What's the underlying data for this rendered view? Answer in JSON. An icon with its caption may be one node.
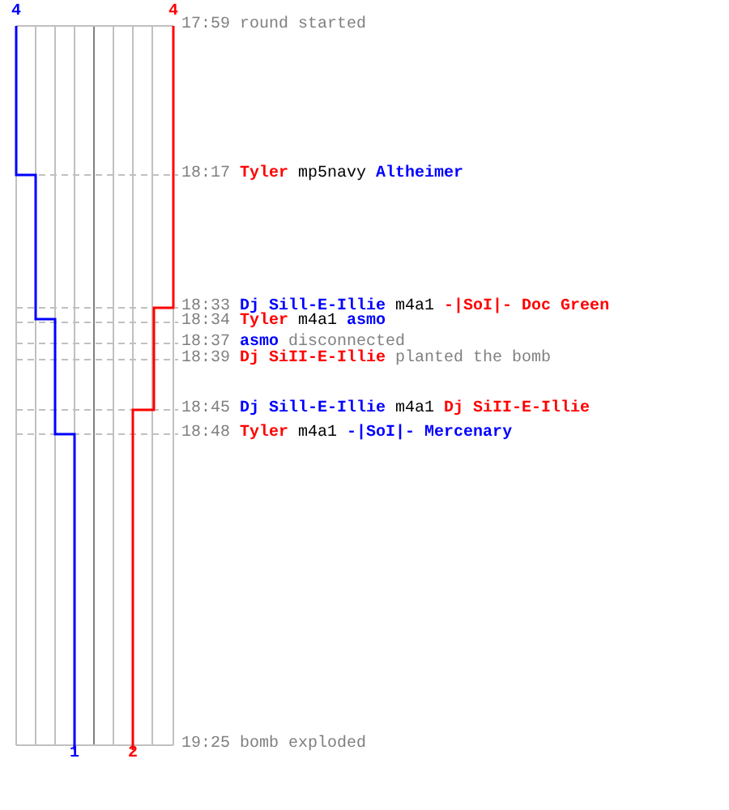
{
  "diagram": {
    "labels": [
      "4",
      "4",
      "17:59",
      "round started",
      "18:17",
      "Tyler",
      "mp5navy",
      "Altheimer",
      "18:33",
      "Dj Sill-E-Illie",
      "m4a1",
      "-|SoI|- Doc Green",
      "18:34",
      "Tyler",
      "m4a1",
      "asmo",
      "18:37",
      "asmo",
      "disconnected",
      "18:39",
      "Dj SiII-E-Illie",
      "planted the bomb",
      "18:45",
      "Dj Sill-E-Illie",
      "m4a1",
      "Dj SiII-E-Illie",
      "18:48",
      "Tyler",
      "m4a1",
      "-|SoI|- Mercenary",
      "19:25",
      "bomb exploded",
      "1",
      "2"
    ]
  }
}
